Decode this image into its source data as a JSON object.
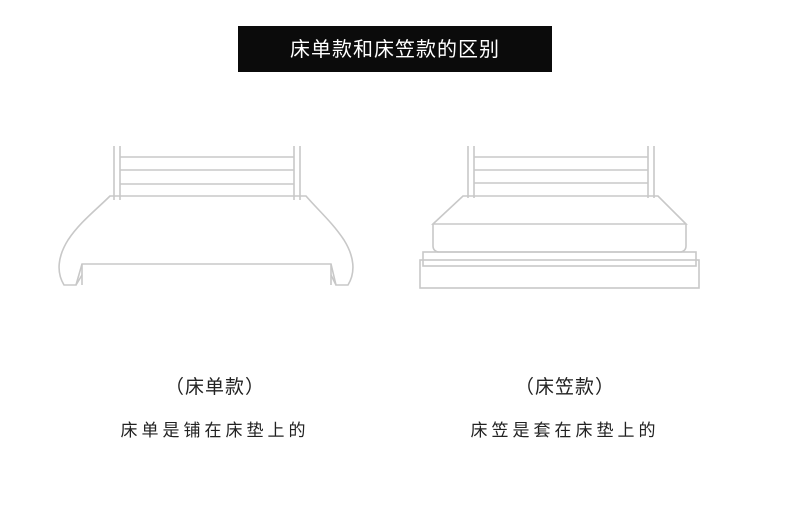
{
  "header": {
    "title": "床单款和床笠款的区别"
  },
  "options": [
    {
      "name": "（床单款）",
      "description": "床单是铺在床垫上的",
      "illustration_icon": "bed-with-flat-sheet-icon"
    },
    {
      "name": "（床笠款）",
      "description": "床笠是套在床垫上的",
      "illustration_icon": "bed-with-fitted-sheet-icon"
    }
  ],
  "colors": {
    "banner_background": "#0b0b0b",
    "banner_text": "#ffffff",
    "line_art": "#c8c8c8",
    "body_text": "#222222"
  }
}
